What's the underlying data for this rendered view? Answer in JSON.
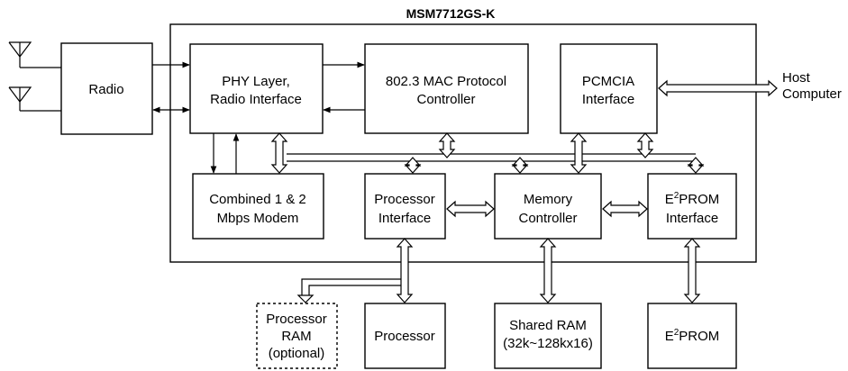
{
  "chip_title": "MSM7712GS-K",
  "blocks": {
    "radio": "Radio",
    "phy_line1": "PHY Layer,",
    "phy_line2": "Radio Interface",
    "mac_line1": "802.3 MAC Protocol",
    "mac_line2": "Controller",
    "pcmcia_line1": "PCMCIA",
    "pcmcia_line2": "Interface",
    "modem_line1": "Combined 1 & 2",
    "modem_line2": "Mbps Modem",
    "proc_if_line1": "Processor",
    "proc_if_line2": "Interface",
    "mem_ctrl_line1": "Memory",
    "mem_ctrl_line2": "Controller",
    "eeprom_if_base": "E",
    "eeprom_if_sup": "2",
    "eeprom_if_rest": "PROM",
    "eeprom_if_line2": "Interface",
    "proc_ram_line1": "Processor",
    "proc_ram_line2": "RAM",
    "proc_ram_line3": "(optional)",
    "processor": "Processor",
    "shared_ram_line1": "Shared RAM",
    "shared_ram_line2": "(32k~128kx16)",
    "eeprom_base": "E",
    "eeprom_sup": "2",
    "eeprom_rest": "PROM"
  },
  "external": {
    "host_line1": "Host",
    "host_line2": "Computer"
  }
}
